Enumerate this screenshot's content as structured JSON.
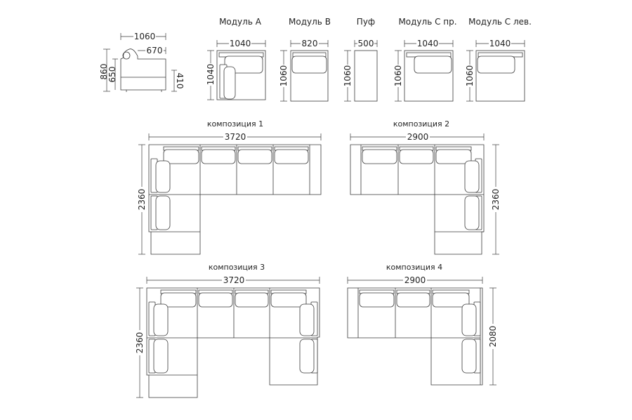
{
  "modules": {
    "a": {
      "title": "Модуль А",
      "width": "1040",
      "height": "1040"
    },
    "b": {
      "title": "Модуль В",
      "width": "820",
      "height": "1060"
    },
    "puf": {
      "title": "Пуф",
      "width": "500",
      "height": "1060"
    },
    "c_right": {
      "title": "Модуль С пр.",
      "width": "1040",
      "height": "1060"
    },
    "c_left": {
      "title": "Модуль С лев.",
      "width": "1040",
      "height": "1060"
    }
  },
  "side_view": {
    "width": "1060",
    "seat_depth": "670",
    "height": "860",
    "back_height": "650",
    "seat_height": "410"
  },
  "compositions": [
    {
      "title": "композиция 1",
      "width": "3720",
      "height": "2360"
    },
    {
      "title": "композиция 2",
      "width": "2900",
      "height": "2360"
    },
    {
      "title": "композиция 3",
      "width": "3720",
      "height": "2360"
    },
    {
      "title": "композиция 4",
      "width": "2900",
      "height": "2080"
    }
  ]
}
